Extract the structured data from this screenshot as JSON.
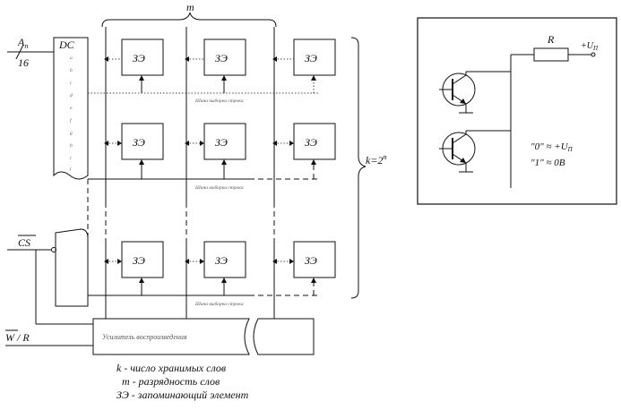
{
  "labels": {
    "m": "m",
    "address_in": "A",
    "address_sub": "n",
    "address_width": "16",
    "dc": "DC",
    "cs": "CS",
    "wr": "W / R",
    "k_eq": "k=2",
    "k_exp": "n",
    "cell": "ЗЭ",
    "bus_row": "Шина выборки строки",
    "amp": "Усилитель воспроизведения"
  },
  "legend": {
    "line1": "k - число хранимых слов",
    "line2": "m - разрядность слов",
    "line3": "ЗЭ - запоминающий элемент"
  },
  "inset": {
    "r": "R",
    "up": "+U",
    "up_sub": "П",
    "zero": "\"0\" ≈ +U",
    "zero_sub": "П",
    "one": "\"1\" ≈ 0В"
  }
}
